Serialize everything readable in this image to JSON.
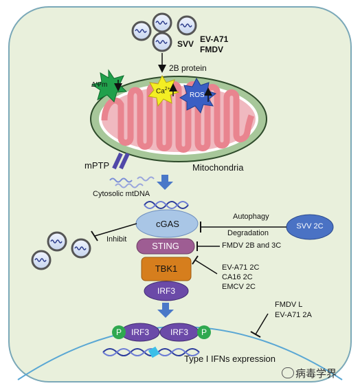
{
  "virus_labels": {
    "svv": "SVV",
    "ev_a71": "EV-A71",
    "fmdv": "FMDV"
  },
  "labels": {
    "protein_2b": "2B protein",
    "delta_psi": "ΔΨm",
    "calcium": "Ca",
    "calcium_sup": "2+",
    "ros": "ROS",
    "mptp": "mPTP",
    "mitochondria": "Mitochondria",
    "cytosolic_mtdna": "Cytosolic mtDNA",
    "cgas": "cGAS",
    "sting": "STING",
    "tbk1": "TBK1",
    "irf3": "IRF3",
    "irf3_dimer_left": "IRF3",
    "irf3_dimer_right": "IRF3",
    "phospho_left": "P",
    "phospho_right": "P",
    "inhibit": "Inhibit",
    "autophagy": "Autophagy",
    "degradation": "Degradation",
    "svv_2c": "SVV 2C",
    "fmdv_2b_3c": "FMDV 2B and 3C",
    "ev_a71_2c": "EV-A71 2C",
    "ca16_2c": "CA16 2C",
    "emcv_2c": "EMCV 2C",
    "fmdv_l": "FMDV L",
    "ev_a71_2a": "EV-A71 2A",
    "ifn_expression": "Type I IFNs expression",
    "watermark": "病毒学界"
  },
  "colors": {
    "cell_fill": "#e9f0dc",
    "cell_stroke": "#7aa8b8",
    "mito_outer": "#a7c79a",
    "mito_inner": "#f0b9c0",
    "cristae": "#e9848f",
    "cgas": "#a9c6e6",
    "sting": "#9e5d93",
    "tbk1": "#d67e1d",
    "irf3": "#6b4aa8",
    "svv_2c": "#4a72c4",
    "phospho": "#2fa84f",
    "arrow_blue": "#4a78c8",
    "star_green": "#21a04b",
    "star_yellow": "#f3ee24",
    "star_blue": "#3a5fc4"
  }
}
